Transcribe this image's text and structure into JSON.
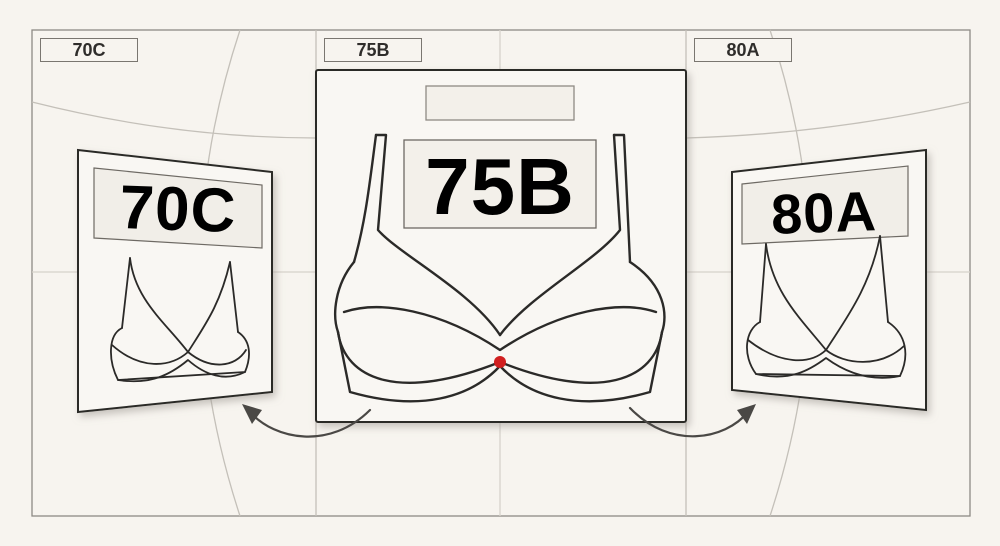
{
  "sections": [
    {
      "tab_label": "70C",
      "panel_size": "70C"
    },
    {
      "tab_label": "75B",
      "panel_size": "75B"
    },
    {
      "tab_label": "80A",
      "panel_size": "80A"
    }
  ],
  "colors": {
    "background": "#f7f4ef",
    "line": "#2b2a28",
    "grid": "#c9c5be",
    "panel_shadow": "#b9b5ae",
    "marker": "#d11f1f"
  },
  "icons": [
    "bra-outline-icon",
    "arrow-left-icon",
    "arrow-right-icon",
    "center-point-marker"
  ]
}
